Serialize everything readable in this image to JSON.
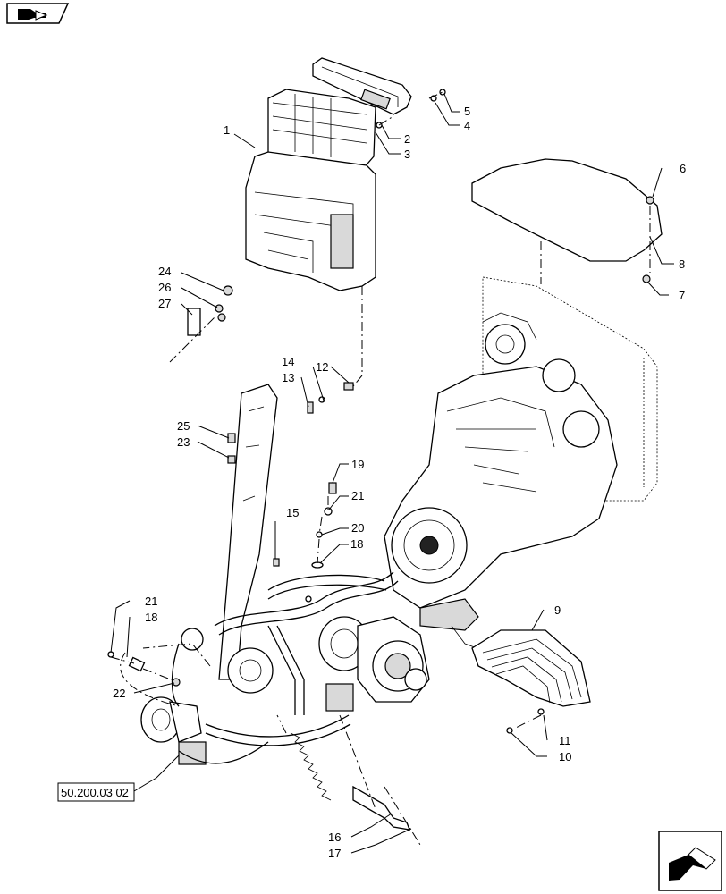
{
  "callouts": {
    "c1": "1",
    "c2": "2",
    "c3": "3",
    "c4": "4",
    "c5": "5",
    "c6": "6",
    "c7": "7",
    "c8": "8",
    "c9": "9",
    "c10": "10",
    "c11": "11",
    "c12": "12",
    "c13": "13",
    "c14": "14",
    "c15": "15",
    "c16": "16",
    "c17": "17",
    "c18a": "18",
    "c18b": "18",
    "c19": "19",
    "c20": "20",
    "c21a": "21",
    "c21b": "21",
    "c22": "22",
    "c23": "23",
    "c24": "24",
    "c25": "25",
    "c26": "26",
    "c27": "27"
  },
  "reference_box": "50.200.03 02",
  "icons": {
    "top_left": "page-arrow-icon",
    "bottom_right": "next-page-arrow-icon"
  }
}
